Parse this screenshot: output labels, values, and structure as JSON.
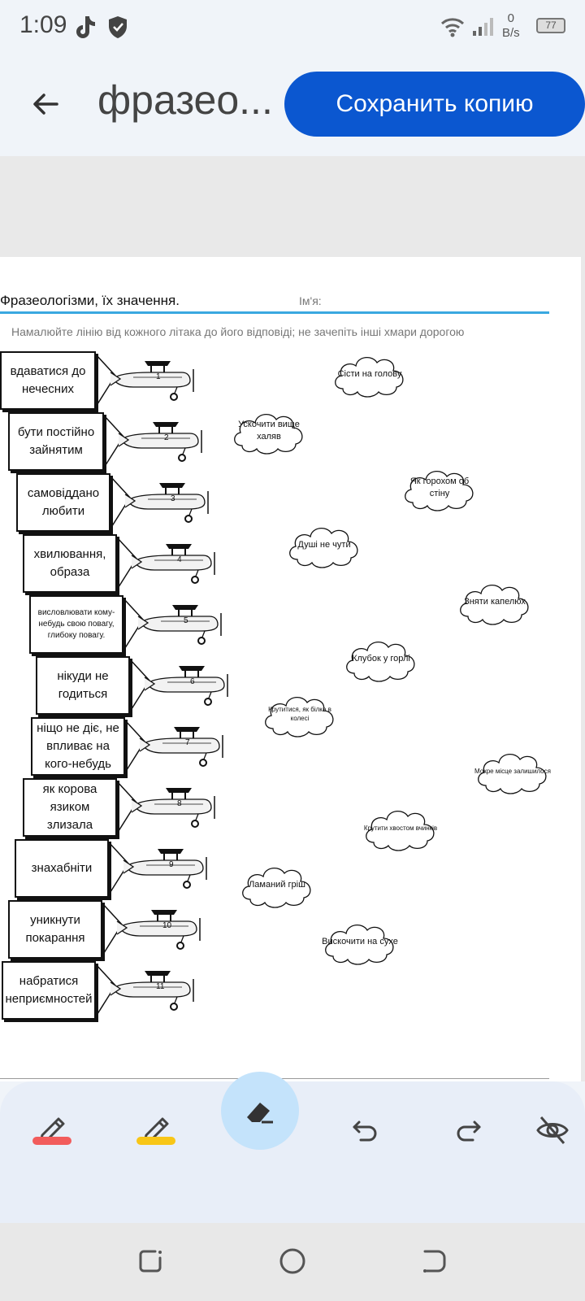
{
  "status": {
    "time": "1:09",
    "net_speed_value": "0",
    "net_speed_unit": "B/s",
    "battery": "77"
  },
  "app_bar": {
    "title": "фразео...",
    "save_label": "Сохранить копию"
  },
  "worksheet": {
    "title": "Фразеологізми, їх значення.",
    "name_label": "Ім'я:",
    "instruction": "Намалюйте лінію від кожного літака до його відповіді; не зачепіть інші хмари дорогою",
    "planes": [
      {
        "number": "1",
        "text": "вдаватися до нечесних"
      },
      {
        "number": "2",
        "text": "бути постійно зайнятим"
      },
      {
        "number": "3",
        "text": "самовіддано любити"
      },
      {
        "number": "4",
        "text": "хвилювання, образа"
      },
      {
        "number": "5",
        "text": "висловлювати кому-небудь свою повагу, глибоку повагу."
      },
      {
        "number": "6",
        "text": "нікуди не годиться"
      },
      {
        "number": "7",
        "text": "ніщо не діє, не впливає на кого-небудь"
      },
      {
        "number": "8",
        "text": "як корова язиком злизала"
      },
      {
        "number": "9",
        "text": "знахабніти"
      },
      {
        "number": "10",
        "text": "уникнути покарання"
      },
      {
        "number": "11",
        "text": "набратися неприємностей"
      }
    ],
    "clouds": [
      {
        "text": "Сісти на голову"
      },
      {
        "text": "Ускочити вище халяв"
      },
      {
        "text": "Як горохом об стіну"
      },
      {
        "text": "Душі не чути"
      },
      {
        "text": "Зняти капелюх"
      },
      {
        "text": "Клубок у горлі"
      },
      {
        "text": "Крутитися, як білка в колесі"
      },
      {
        "text": "Мокре місце залишилося"
      },
      {
        "text": "Крутити хвостом вчинків"
      },
      {
        "text": "Ламаний гріш"
      },
      {
        "text": "Вискочити на сухе"
      }
    ]
  },
  "colors": {
    "save_button": "#0b57d0",
    "pen_red": "#f25c5c",
    "highlighter_yellow": "#f8c617",
    "eraser_active_bg": "#c4e3fb",
    "header_rule": "#3aa8e0"
  },
  "toolbar": {
    "tools": [
      "pen-icon",
      "highlighter-icon",
      "eraser-icon",
      "undo-icon",
      "redo-icon",
      "hide-icon"
    ]
  },
  "nav": {
    "buttons": [
      "recent-apps-icon",
      "home-icon",
      "back-icon"
    ]
  }
}
